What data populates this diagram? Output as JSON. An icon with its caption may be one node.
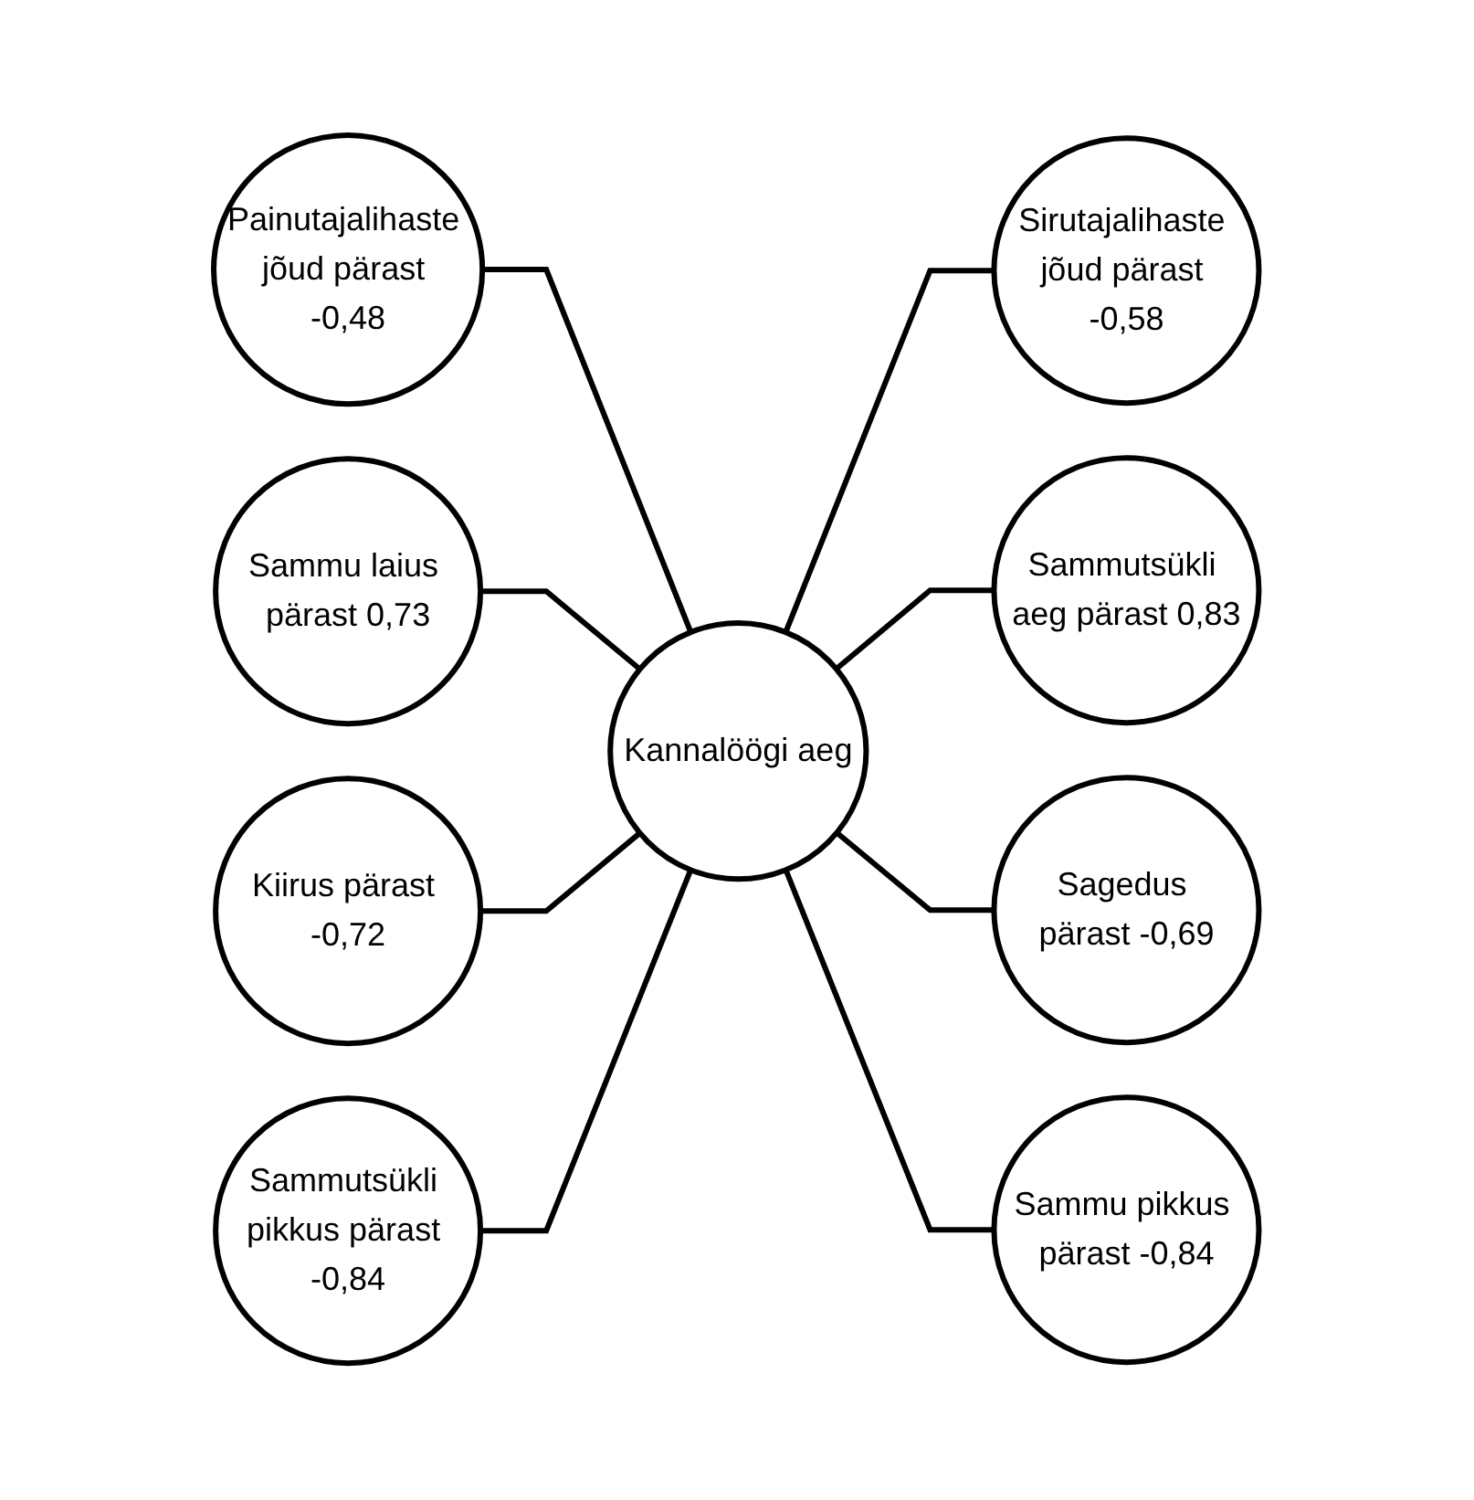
{
  "diagram": {
    "nodes": [
      {
        "text": [
          "Painutajalihaste jõud pärast -0,48"
        ]
      },
      {
        "text": [
          "Sammu laius pärast 0,73"
        ]
      },
      {
        "text": [
          "Sirutajalihaste jõud pärast -0,58"
        ]
      },
      {
        "text": [
          "Kiirus pärast -0,72"
        ]
      },
      {
        "text": [
          "Kannalöögi aeg"
        ]
      },
      {
        "text": [
          "Sammutsükli aeg pärast 0,83"
        ]
      },
      {
        "text": [
          "Sammutsükli pikkus pärast -0,84"
        ]
      },
      {
        "text": [
          "Sagedus pärast -0,69"
        ]
      },
      {
        "text": [
          "Sammu pikkus pärast -0,84"
        ]
      }
    ],
    "edges": [
      {
        "from": 0,
        "to": 4,
        "arrow": "none"
      },
      {
        "from": 1,
        "to": 4,
        "arrow": "none"
      },
      {
        "from": 4,
        "to": 2,
        "arrow": "none"
      },
      {
        "from": 3,
        "to": 4,
        "arrow": "none"
      },
      {
        "from": 4,
        "to": 5,
        "arrow": "none"
      },
      {
        "from": 6,
        "to": 4,
        "arrow": "none"
      },
      {
        "from": 4,
        "to": 7,
        "arrow": "none"
      },
      {
        "from": 4,
        "to": 8,
        "arrow": "none"
      }
    ]
  }
}
